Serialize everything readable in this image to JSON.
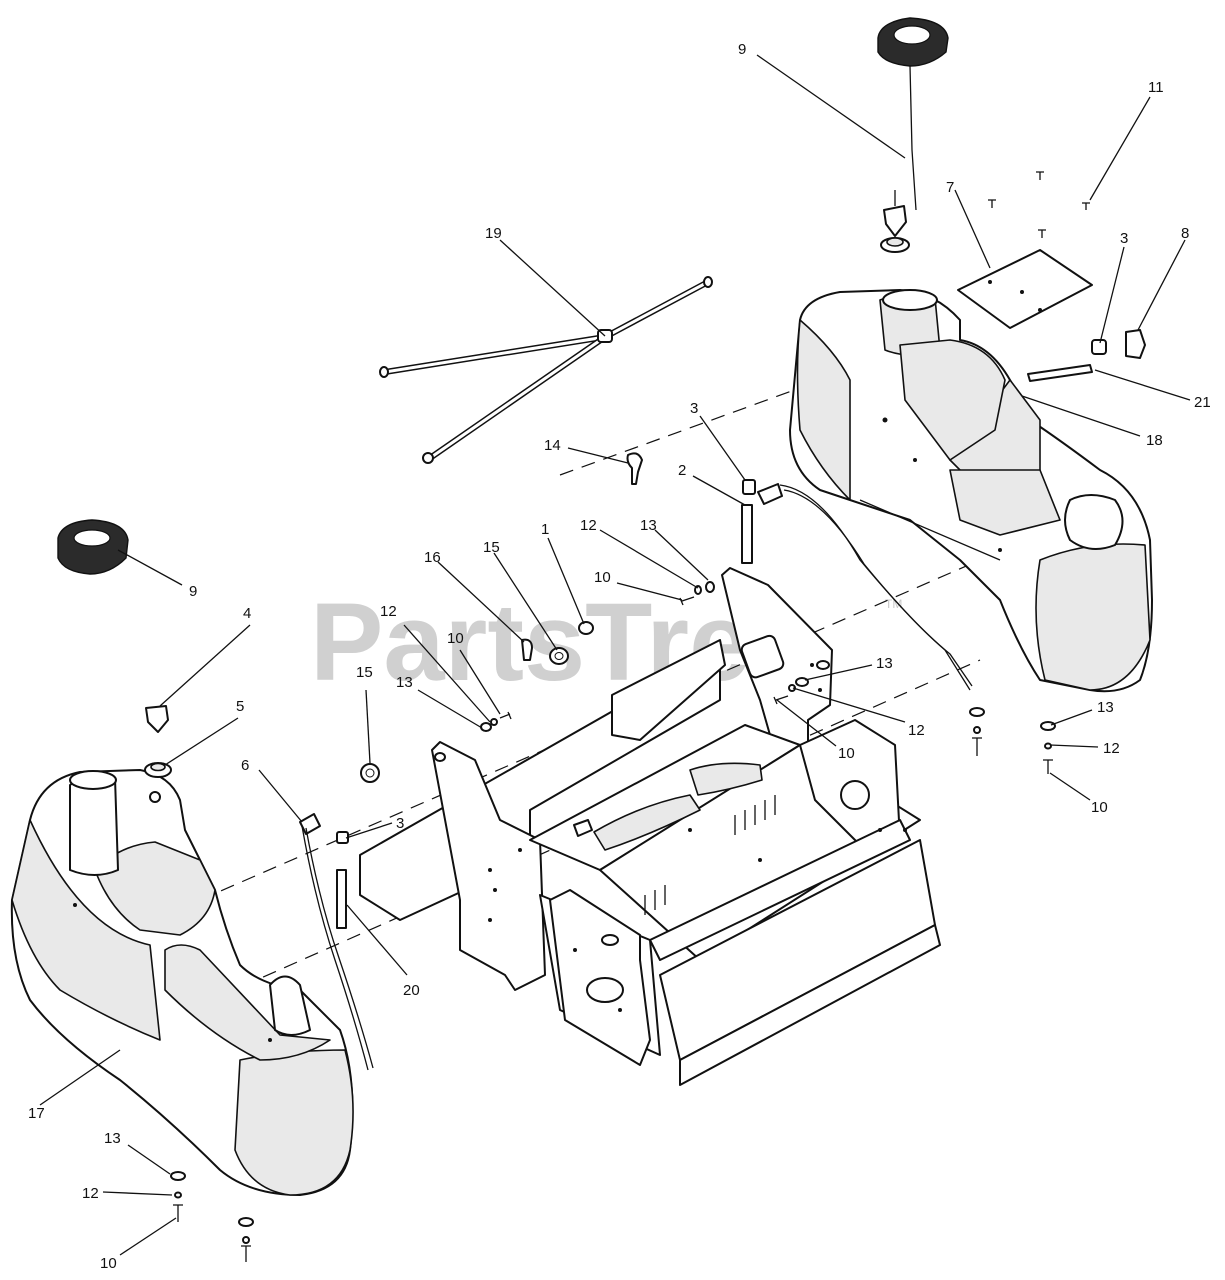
{
  "watermark": {
    "text": "PartsTree",
    "trademark": "TM"
  },
  "callouts": {
    "c1": "1",
    "c2": "2",
    "c3a": "3",
    "c3b": "3",
    "c3c": "3",
    "c4": "4",
    "c5": "5",
    "c6": "6",
    "c7": "7",
    "c8": "8",
    "c9a": "9",
    "c9b": "9",
    "c10a": "10",
    "c10b": "10",
    "c10c": "10",
    "c10d": "10",
    "c10e": "10",
    "c11": "11",
    "c12a": "12",
    "c12b": "12",
    "c12c": "12",
    "c12d": "12",
    "c12e": "12",
    "c13a": "13",
    "c13b": "13",
    "c13c": "13",
    "c13d": "13",
    "c13e": "13",
    "c14": "14",
    "c15a": "15",
    "c15b": "15",
    "c16": "16",
    "c17": "17",
    "c18": "18",
    "c19": "19",
    "c20": "20",
    "c21": "21"
  }
}
